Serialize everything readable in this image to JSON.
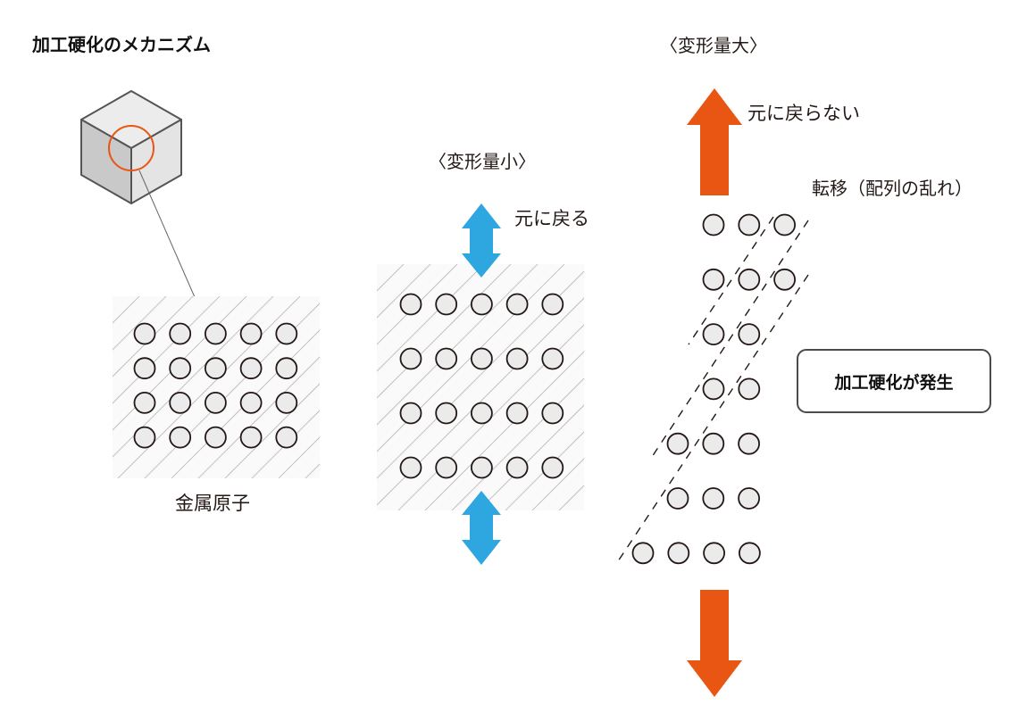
{
  "title": "加工硬化のメカニズム",
  "panels": {
    "original": {
      "label": "金属原子",
      "rows": 4,
      "cols": 5
    },
    "small_deformation": {
      "heading": "〈変形量小〉",
      "note": "元に戻る",
      "rows": 4,
      "cols": 5
    },
    "large_deformation": {
      "heading": "〈変形量大〉",
      "note": "元に戻らない",
      "dislocation_label": "転移（配列の乱れ）",
      "row_atom_counts": [
        3,
        3,
        2,
        2,
        3,
        3,
        4
      ],
      "dislocation_line_count": 3
    }
  },
  "result": {
    "label": "加工硬化が発生"
  },
  "colors": {
    "blue_arrow": "#2ea7e0",
    "orange_arrow": "#e95513",
    "highlight_circle": "#e95513",
    "atom_fill": "#ebebeb",
    "atom_stroke": "#231815",
    "hatch": "#b5b5b5",
    "cube_top": "#ececec",
    "cube_left": "#c9c9c9",
    "cube_right": "#e2e2e2"
  },
  "icons": {
    "cube": "metal-block-icon",
    "double_arrow": "bidirectional-arrow-icon",
    "up_arrow": "up-arrow-icon",
    "down_arrow": "down-arrow-icon"
  }
}
